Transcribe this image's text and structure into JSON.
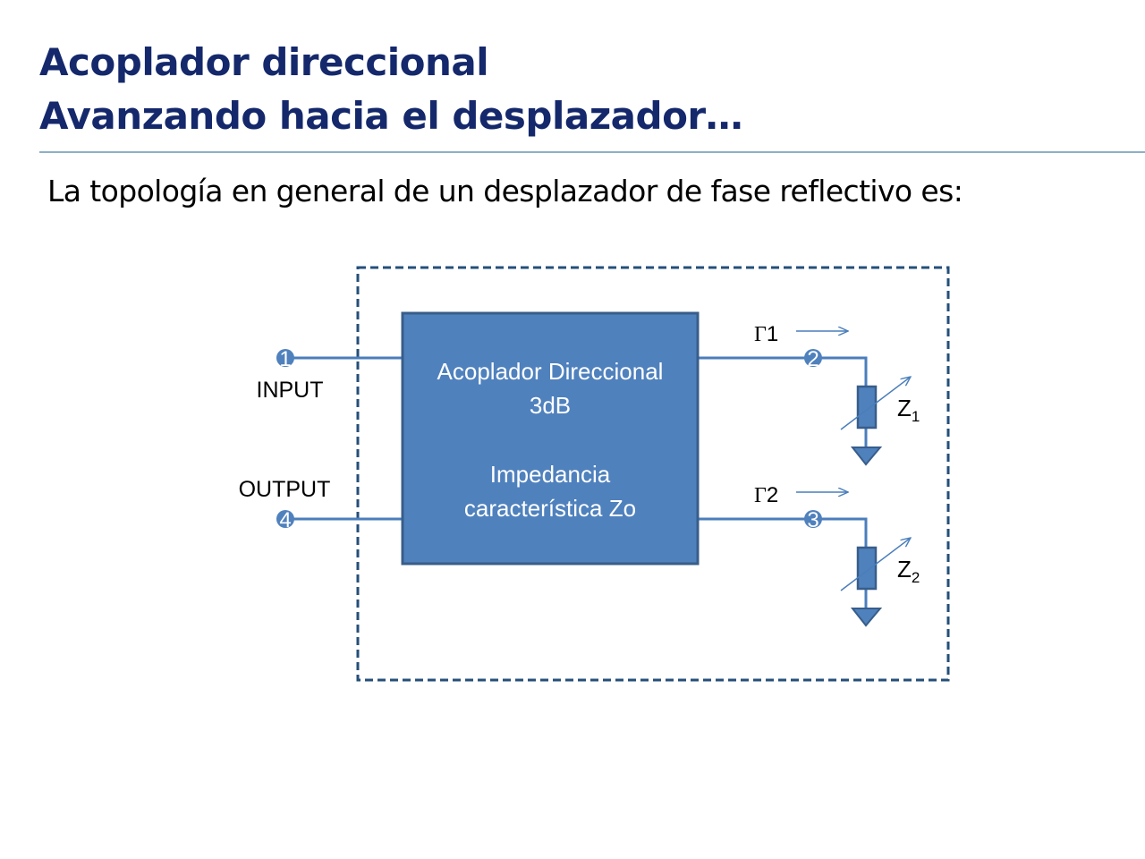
{
  "title": {
    "line1": "Acoplador direccional",
    "line2": "Avanzando hacia el desplazador…"
  },
  "subtitle": "La topología en general de un desplazador de fase reflectivo es:",
  "diagram": {
    "coupler_lines": [
      "Acoplador Direccional",
      "3dB",
      "Impedancia",
      "característica Zo"
    ],
    "ports": {
      "p1": {
        "number": "1",
        "label": "INPUT"
      },
      "p2": {
        "number": "2"
      },
      "p3": {
        "number": "3"
      },
      "p4": {
        "number": "4",
        "label": "OUTPUT"
      }
    },
    "reflections": {
      "g1": {
        "symbol": "Γ",
        "index": "1"
      },
      "g2": {
        "symbol": "Γ",
        "index": "2"
      }
    },
    "loads": {
      "z1": {
        "name": "Z",
        "sub": "1"
      },
      "z2": {
        "name": "Z",
        "sub": "2"
      }
    },
    "colors": {
      "fill": "#4f81bd",
      "stroke": "#385d8a",
      "wire": "#4a7ebb",
      "dashed_border": "#254f7a",
      "title": "#14286b",
      "rule": "#8eb0c8"
    }
  }
}
